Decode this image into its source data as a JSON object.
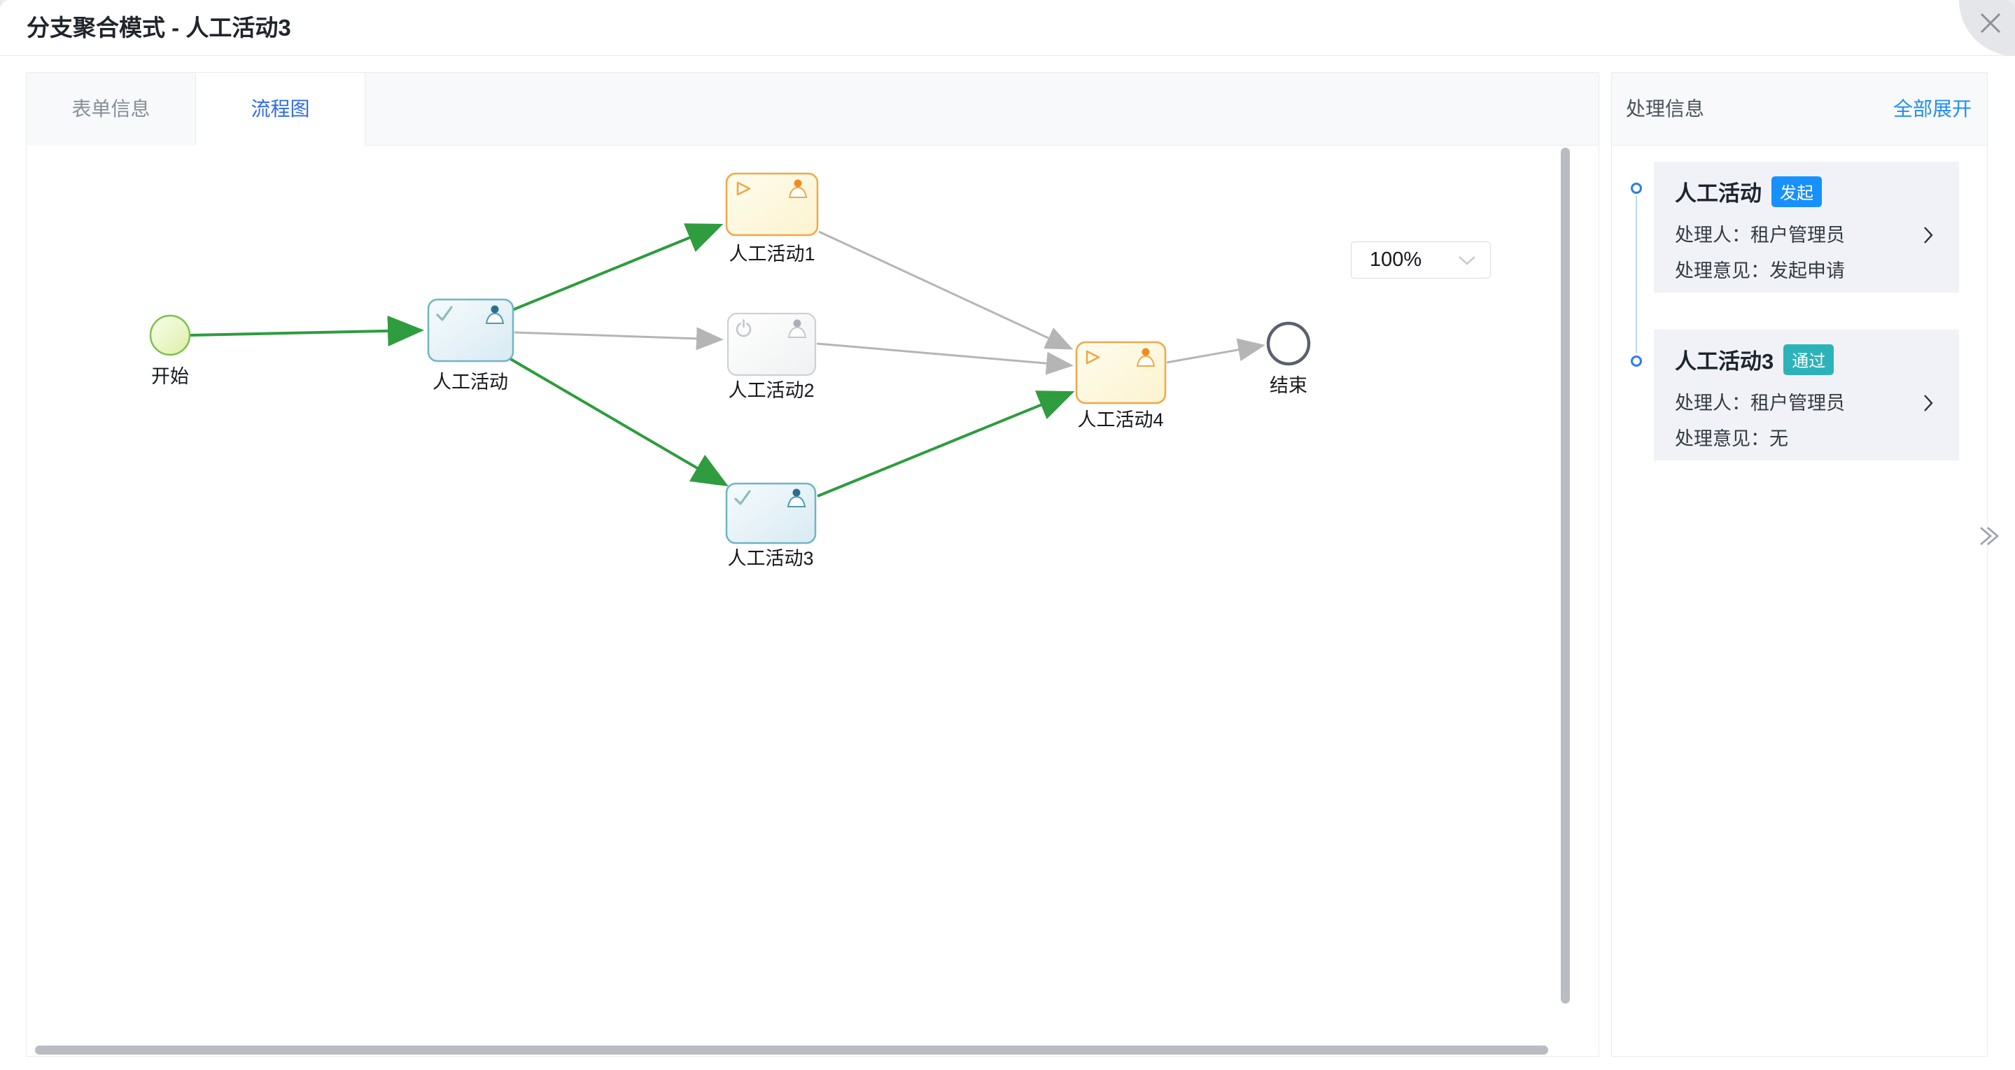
{
  "modal": {
    "title": "分支聚合模式 - 人工活动3"
  },
  "tabs": [
    {
      "label": "表单信息",
      "active": false
    },
    {
      "label": "流程图",
      "active": true
    }
  ],
  "canvas": {
    "zoom_select": {
      "value": "100%"
    }
  },
  "diagram": {
    "nodes": [
      {
        "id": "start",
        "type": "start-event",
        "label": "开始",
        "status": "completed"
      },
      {
        "id": "activity",
        "type": "user-task",
        "label": "人工活动",
        "status": "completed"
      },
      {
        "id": "activity1",
        "type": "user-task",
        "label": "人工活动1",
        "status": "in-progress"
      },
      {
        "id": "activity2",
        "type": "user-task",
        "label": "人工活动2",
        "status": "not-started"
      },
      {
        "id": "activity3",
        "type": "user-task",
        "label": "人工活动3",
        "status": "completed"
      },
      {
        "id": "activity4",
        "type": "user-task",
        "label": "人工活动4",
        "status": "in-progress"
      },
      {
        "id": "end",
        "type": "end-event",
        "label": "结束",
        "status": "not-started"
      }
    ],
    "edges": [
      {
        "from": "start",
        "to": "activity",
        "taken": true
      },
      {
        "from": "activity",
        "to": "activity1",
        "taken": true
      },
      {
        "from": "activity",
        "to": "activity2",
        "taken": false
      },
      {
        "from": "activity",
        "to": "activity3",
        "taken": true
      },
      {
        "from": "activity1",
        "to": "activity4",
        "taken": false
      },
      {
        "from": "activity2",
        "to": "activity4",
        "taken": false
      },
      {
        "from": "activity3",
        "to": "activity4",
        "taken": true
      },
      {
        "from": "activity4",
        "to": "end",
        "taken": false
      }
    ],
    "colors": {
      "taken_edge": "#2e9c3f",
      "untaken_edge": "#b5b5b5",
      "completed_node_border": "#6fb5c4",
      "active_node_border": "#f0a848",
      "pending_node_border": "#ccd1d6",
      "start_node_border": "#7cc24a",
      "end_node_border": "#59616e"
    }
  },
  "panel": {
    "title": "处理信息",
    "expand_all": "全部展开",
    "entries": [
      {
        "title": "人工活动",
        "badge": "发起",
        "badge_color": "#1890ff",
        "handler_label": "处理人：",
        "handler_value": "租户管理员",
        "opinion_label": "处理意见：",
        "opinion_value": "发起申请"
      },
      {
        "title": "人工活动3",
        "badge": "通过",
        "badge_color": "#2cb3b9",
        "handler_label": "处理人：",
        "handler_value": "租户管理员",
        "opinion_label": "处理意见：",
        "opinion_value": "无"
      }
    ]
  },
  "icons": {
    "close": "×",
    "collapse_right": "»",
    "row_chevron": "›",
    "select_chevron": "⌄"
  }
}
